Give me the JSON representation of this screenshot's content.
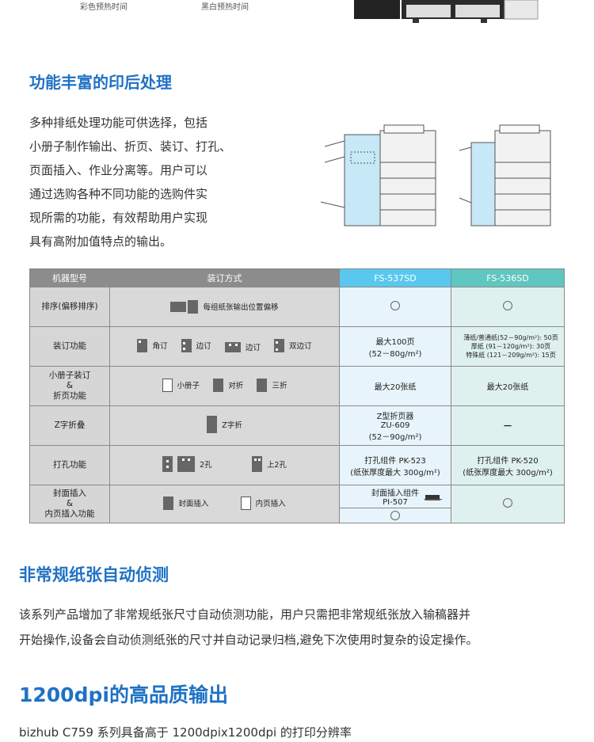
{
  "top": {
    "warmup_color": "彩色预热时间",
    "warmup_bw": "黑白预热时间"
  },
  "section1": {
    "title": "功能丰富的印后处理",
    "lines": [
      "多种排纸处理功能可供选择，包括",
      "小册子制作输出、折页、装订、打孔、",
      "页面插入、作业分离等。用户可以",
      "通过选购各种不同功能的选购件实",
      "现所需的功能，有效帮助用户实现",
      "具有高附加值特点的输出。"
    ]
  },
  "table": {
    "headers": [
      "机器型号",
      "装订方式",
      "FS-537SD",
      "FS-536SD"
    ],
    "rows": [
      {
        "label": [
          "排序(偏移排序)"
        ],
        "options": [
          "每组纸张输出位置偏移"
        ],
        "fs537": [],
        "fs536": []
      },
      {
        "label": [
          "装订功能"
        ],
        "options": [
          "角订",
          "边订",
          "边订",
          "双边订"
        ],
        "fs537": [
          "最大100页",
          "(52－80g/m²)"
        ],
        "fs536": [
          "薄纸/普通纸(52－90g/m²): 50页",
          "厚纸 (91－120g/m²): 30页",
          "特殊纸 (121－209g/m²): 15页"
        ]
      },
      {
        "label": [
          "小册子装订",
          "&",
          "折页功能"
        ],
        "options": [
          "小册子",
          "对折",
          "三折"
        ],
        "fs537": [
          "最大20张纸"
        ],
        "fs536": [
          "最大20张纸"
        ]
      },
      {
        "label": [
          "Z字折叠"
        ],
        "options": [
          "Z字折"
        ],
        "fs537": [
          "Z型折页器",
          "ZU-609",
          "(52－90g/m²)"
        ],
        "fs536": [
          "－"
        ]
      },
      {
        "label": [
          "打孔功能"
        ],
        "options": [
          "2孔",
          "上2孔"
        ],
        "fs537": [
          "打孔组件 PK-523",
          "(纸张厚度最大 300g/m²)"
        ],
        "fs536": [
          "打孔组件 PK-520",
          "(纸张厚度最大 300g/m²)"
        ]
      },
      {
        "label": [
          "封面插入",
          "&",
          "内页插入功能"
        ],
        "options": [
          "封面插入",
          "内页插入"
        ],
        "fs537": [
          "封面插入组件",
          "PI-507"
        ],
        "fs536": []
      }
    ]
  },
  "section2": {
    "title": "非常规纸张自动侦测",
    "lines": [
      "该系列产品增加了非常规纸张尺寸自动侦测功能，用户只需把非常规纸张放入输稿器并",
      "开始操作,设备会自动侦测纸张的尺寸并自动记录归档,避免下次使用时复杂的设定操作。"
    ]
  },
  "section3": {
    "title": "1200dpi的高品质输出",
    "line": "bizhub C759 系列具备高于 1200dpix1200dpi 的打印分辨率"
  }
}
